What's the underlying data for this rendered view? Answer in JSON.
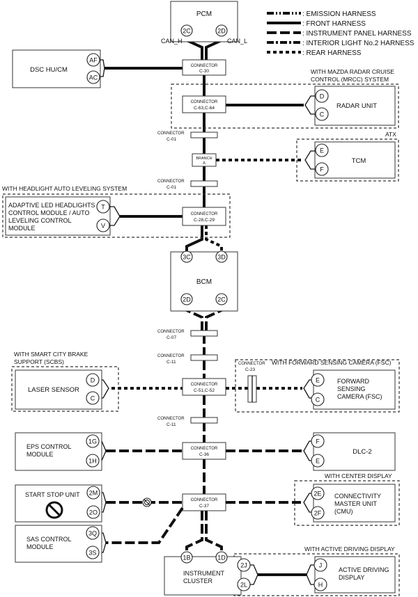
{
  "legend": [
    {
      "text": ": EMISSION HARNESS",
      "style": "w-emis"
    },
    {
      "text": ": FRONT HARNESS",
      "style": "w-front"
    },
    {
      "text": ": INSTRUMENT PANEL HARNESS",
      "style": "w-inst"
    },
    {
      "text": ": INTERIOR LIGHT No.2 HARNESS",
      "style": "w-int"
    },
    {
      "text": ": REAR HARNESS",
      "style": "w-rear"
    }
  ],
  "pcm": {
    "label": "PCM",
    "pin_left": "2C",
    "pin_right": "2D",
    "can_h": "CAN_H",
    "can_l": "CAN_L"
  },
  "dsc": {
    "label": "DSC HU/CM",
    "pin_top": "AF",
    "pin_bottom": "AC"
  },
  "c30": {
    "l1": "CONNECTOR",
    "l2": "C-30"
  },
  "mrcc": {
    "caption_1": "WITH MAZDA RADAR CRUISE",
    "caption_2": "CONTROL (MRCC) SYSTEM",
    "label": "RADAR UNIT",
    "pin_top": "D",
    "pin_bottom": "C"
  },
  "c63": {
    "l1": "CONNECTOR",
    "l2": "C-63,C-64"
  },
  "c01a": {
    "l1": "CONNECTOR",
    "l2": "C-01"
  },
  "branch": {
    "l1": "BRANCH",
    "l2": "A"
  },
  "tcm": {
    "caption": "ATX",
    "label": "TCM",
    "pin_top": "E",
    "pin_bottom": "F"
  },
  "c01b": {
    "l1": "CONNECTOR",
    "l2": "C-01"
  },
  "headlight": {
    "caption": "WITH HEADLIGHT AUTO LEVELING SYSTEM",
    "l1": "ADAPTIVE LED HEADLIGHTS",
    "l2": "CONTROL MODULE / AUTO",
    "l3": "LEVELING CONTROL",
    "l4": "MODULE",
    "pin_top": "T",
    "pin_bottom": "V"
  },
  "c28": {
    "l1": "CONNECTOR",
    "l2": "C-28,C-29"
  },
  "bcm": {
    "label": "BCM",
    "pin_tl": "3C",
    "pin_tr": "3D",
    "pin_bl": "2D",
    "pin_br": "2C"
  },
  "c07": {
    "l1": "CONNECTOR",
    "l2": "C-07"
  },
  "c11a": {
    "l1": "CONNECTOR",
    "l2": "C-11"
  },
  "scbs": {
    "caption_1": "WITH SMART CITY BRAKE",
    "caption_2": "SUPPORT (SCBS)",
    "label": "LASER SENSOR",
    "pin_top": "D",
    "pin_bottom": "C"
  },
  "c23": {
    "l1": "CONNECTOR",
    "l2": "C-23"
  },
  "fsc": {
    "caption": "WITH FORWARD SENSING CAMERA (FSC)",
    "l1": "FORWARD",
    "l2": "SENSING",
    "l3": "CAMERA (FSC)",
    "pin_top": "E",
    "pin_bottom": "C"
  },
  "c51": {
    "l1": "CONNECTOR",
    "l2": "C-51,C-52"
  },
  "c11b": {
    "l1": "CONNECTOR",
    "l2": "C-11"
  },
  "eps": {
    "l1": "EPS CONTROL",
    "l2": "MODULE",
    "pin_top": "1G",
    "pin_bottom": "1H"
  },
  "c36": {
    "l1": "CONNECTOR",
    "l2": "C-36"
  },
  "dlc": {
    "label": "DLC-2",
    "pin_top": "F",
    "pin_bottom": "E"
  },
  "startstop": {
    "label": "START STOP UNIT",
    "pin_top": "2M",
    "pin_bottom": "2O"
  },
  "c37": {
    "l1": "CONNECTOR",
    "l2": "C-37"
  },
  "cmu": {
    "caption": "WITH CENTER DISPLAY",
    "l1": "CONNECTIVITY",
    "l2": "MASTER UNIT",
    "l3": "(CMU)",
    "pin_top": "2E",
    "pin_bottom": "2F"
  },
  "sas": {
    "l1": "SAS CONTROL",
    "l2": "MODULE",
    "pin_top": "3Q",
    "pin_bottom": "3S"
  },
  "cluster": {
    "l1": "INSTRUMENT",
    "l2": "CLUSTER",
    "pin_l": "1B",
    "pin_r": "1D"
  },
  "add": {
    "caption": "WITH ACTIVE DRIVING DISPLAY",
    "l1": "ACTIVE DRIVING",
    "l2": "DISPLAY",
    "pin_lt": "2J",
    "pin_lb": "2L",
    "pin_rt": "J",
    "pin_rb": "H"
  }
}
